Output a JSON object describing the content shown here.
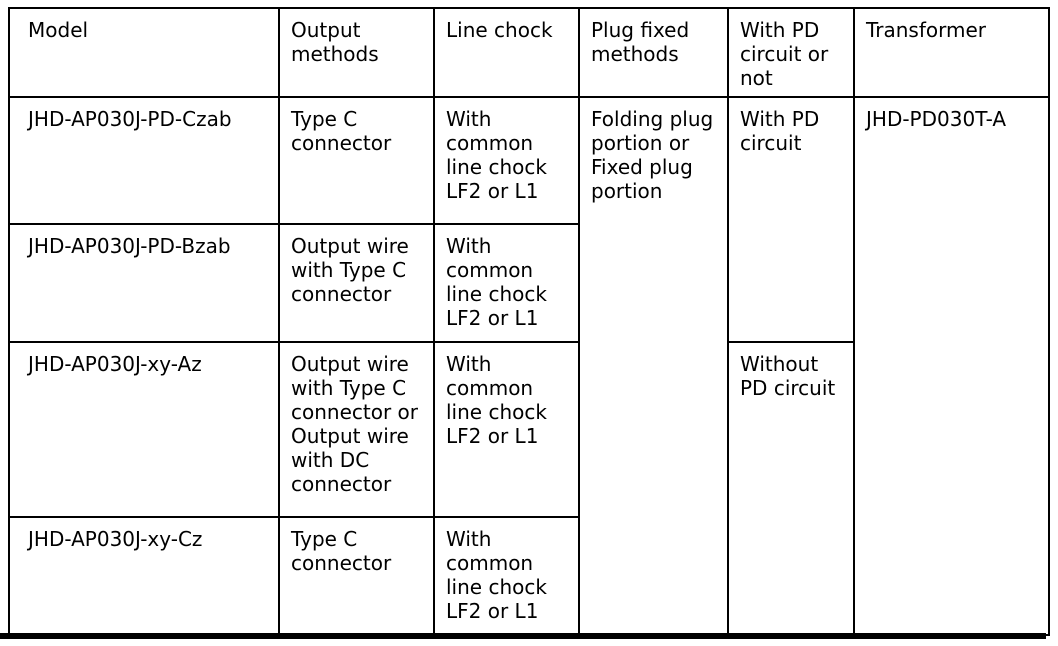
{
  "page": {
    "background_color": "#ffffff",
    "text_color": "#000000",
    "border_color": "#000000"
  },
  "table": {
    "headers": {
      "model": "Model",
      "output_methods": "Output\nmethods",
      "line_chock": "Line chock",
      "plug_fixed_methods": "Plug fixed\nmethods",
      "pd_circuit_or_not": "With PD\ncircuit or\nnot",
      "transformer": "Transformer"
    },
    "rows": [
      {
        "model": "JHD-AP030J-PD-Czab",
        "output_method": "Type C\nconnector",
        "line_chock": "With\ncommon\nline chock\nLF2 or L1"
      },
      {
        "model": "JHD-AP030J-PD-Bzab",
        "output_method": "Output wire\nwith Type C\nconnector",
        "line_chock": "With\ncommon\nline chock\nLF2 or L1"
      },
      {
        "model": "JHD-AP030J-xy-Az",
        "output_method": "Output wire\nwith Type C\nconnector or\nOutput wire\nwith DC\nconnector",
        "line_chock": "With\ncommon\nline chock\nLF2 or L1"
      },
      {
        "model": "JHD-AP030J-xy-Cz",
        "output_method": "Type C\nconnector",
        "line_chock": "With\ncommon\nline chock\nLF2 or L1"
      }
    ],
    "merged_cells": {
      "plug_fixed_method": "Folding plug\nportion or\nFixed plug\nportion",
      "with_pd_circuit": "With PD\ncircuit",
      "without_pd_circuit": "Without\nPD circuit",
      "transformer_model": "JHD-PD030T-A"
    }
  }
}
